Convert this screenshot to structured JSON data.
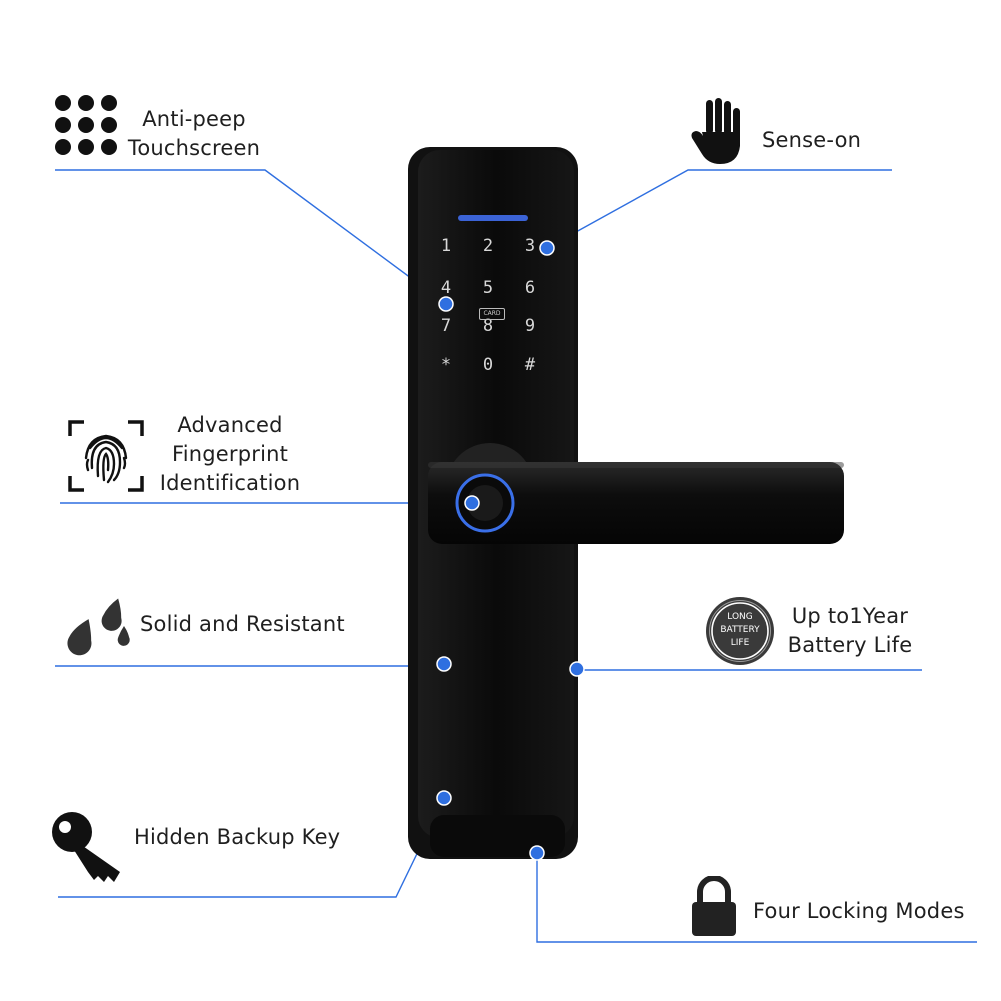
{
  "features": {
    "anti_peep": {
      "line1": "Anti-peep",
      "line2": "Touchscreen",
      "icon": "keypad-dots-icon"
    },
    "sense_on": {
      "label": "Sense-on",
      "icon": "hand-icon"
    },
    "fingerprint": {
      "line1": "Advanced",
      "line2": "Fingerprint",
      "line3": "Identification",
      "icon": "fingerprint-icon"
    },
    "solid": {
      "label": "Solid and Resistant",
      "icon": "water-drops-icon"
    },
    "battery": {
      "line1": "Up to1Year",
      "line2": "Battery Life",
      "icon": "long-battery-life-badge-icon",
      "badge_line1": "LONG",
      "badge_line2": "BATTERY",
      "badge_line3": "LIFE"
    },
    "backup_key": {
      "label": "Hidden Backup Key",
      "icon": "key-icon"
    },
    "locking_modes": {
      "label": "Four Locking Modes",
      "icon": "padlock-icon"
    }
  },
  "lock": {
    "keys": [
      [
        "1",
        "2",
        "3"
      ],
      [
        "4",
        "5",
        "6"
      ],
      [
        "7",
        "8",
        "9"
      ],
      [
        "*",
        "0",
        "#"
      ]
    ],
    "card_label": "CARD"
  },
  "colors": {
    "accent": "#2f6fe0",
    "lock_body": "#0c0c0c",
    "key_text": "#d8d8d8",
    "led": "#3b63d6"
  }
}
